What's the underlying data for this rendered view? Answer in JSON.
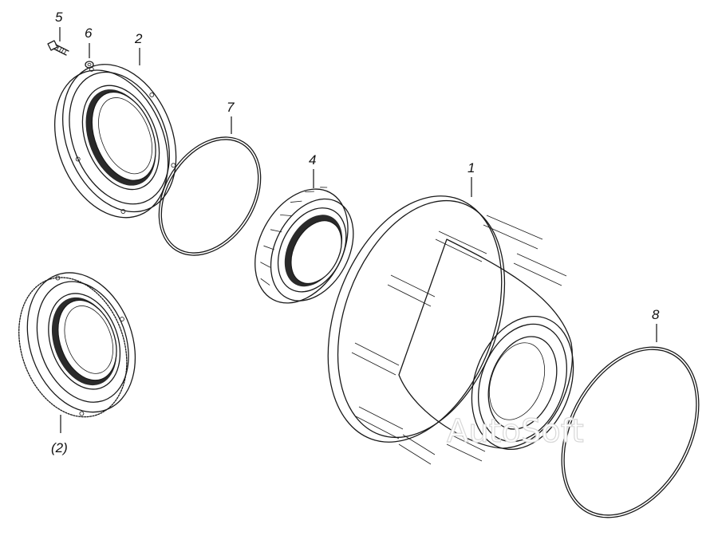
{
  "callouts": {
    "bolt": "5",
    "washer": "6",
    "cover": "2",
    "cover_alt": "(2)",
    "oring_small": "7",
    "bearing": "4",
    "hub": "1",
    "oring_large": "8"
  },
  "watermark": "AutoSoft"
}
